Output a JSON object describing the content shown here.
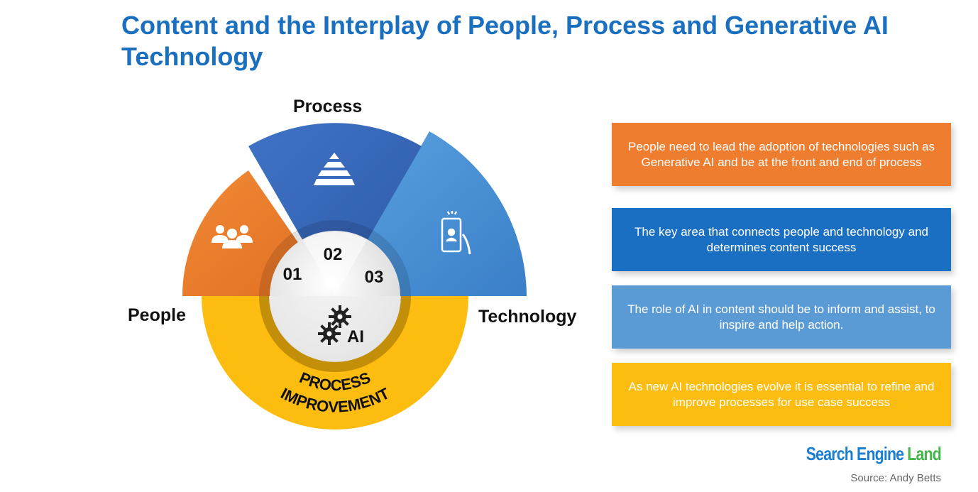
{
  "title": "Content and the Interplay of People, Process and Generative AI Technology",
  "diagram": {
    "labels": {
      "process": "Process",
      "people": "People",
      "technology": "Technology"
    },
    "numbers": {
      "n01": "01",
      "n02": "02",
      "n03": "03"
    },
    "center_label": "AI",
    "ring_label_line1": "PROCESS",
    "ring_label_line2": "IMPROVEMENT",
    "icons": [
      "people-group-icon",
      "pyramid-icon",
      "smartphone-user-icon",
      "gears-icon"
    ]
  },
  "boxes": [
    {
      "text": "People need to lead the adoption of technologies such as Generative AI and be at the front  and end of process",
      "color": "#ee7d2f"
    },
    {
      "text": "The  key area that connects people and technology and determines content  success",
      "color": "#1b6fc2"
    },
    {
      "text": "The  role of AI in  content should be to inform and assist, to inspire and help action.",
      "color": "#5b9bd5"
    },
    {
      "text": "As new AI technologies evolve it is essential to refine and improve processes for use case success",
      "color": "#fdbd10"
    }
  ],
  "brand": {
    "part1": "Search Engine ",
    "part2": "Land"
  },
  "source": "Source: Andy Betts",
  "colors": {
    "orange": "#ee7d2f",
    "dark_blue": "#3f6fc0",
    "light_blue": "#4a8fd3",
    "yellow": "#fdbd10",
    "title": "#1a6fbf"
  }
}
